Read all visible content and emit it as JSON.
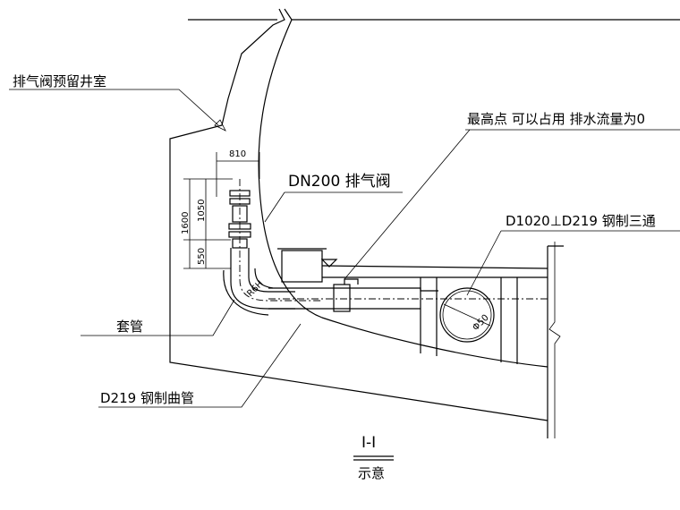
{
  "labels": {
    "valve_well": "排气阀预留井室",
    "highest_point": "最高点 可以占用 排水流量为0",
    "air_valve": "DN200 排气阀",
    "tee": "D1020⊥D219 钢制三通",
    "sleeve": "套管",
    "bend_pipe": "D219 钢制曲管",
    "section": "I-I",
    "schematic": "示意"
  },
  "dimensions": {
    "width_810": "810",
    "h_1050": "1050",
    "h_1600": "1600",
    "h_550": "550",
    "bend_r": "R6H",
    "main_d": "Φ50"
  }
}
